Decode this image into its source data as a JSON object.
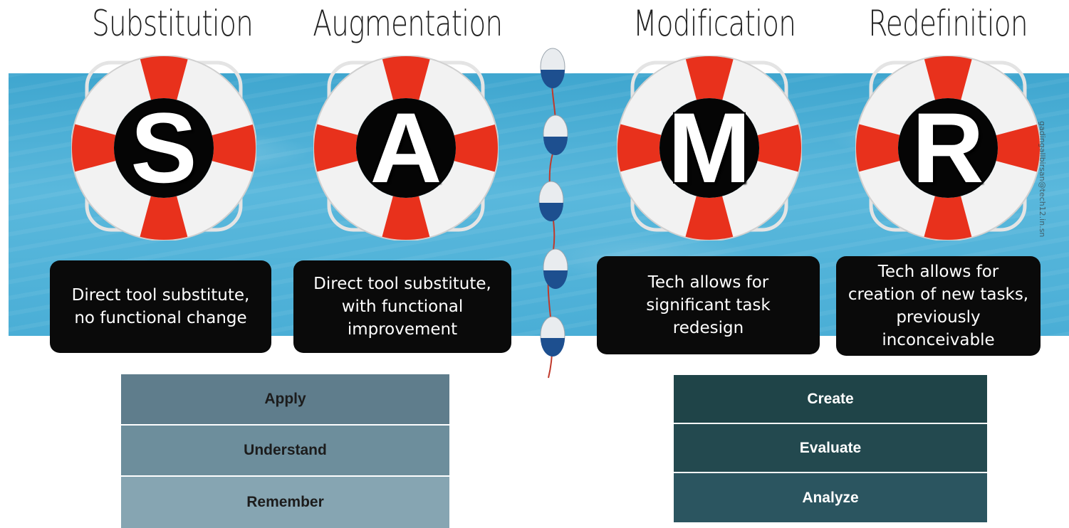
{
  "stages": [
    {
      "title": "Substitution",
      "letter": "S",
      "description": "Direct tool substitute,\nno functional change"
    },
    {
      "title": "Augmentation",
      "letter": "A",
      "description": "Direct tool substitute,\nwith functional\nimprovement"
    },
    {
      "title": "Modification",
      "letter": "M",
      "description": "Tech allows for\nsignificant task\nredesign"
    },
    {
      "title": "Redefinition",
      "letter": "R",
      "description": "Tech allows for\ncreation of new tasks,\npreviously\ninconceivable"
    }
  ],
  "lower_levels": {
    "rows": [
      "Apply",
      "Understand",
      "Remember"
    ],
    "colors": [
      "#5f7d8c",
      "#6d8e9c",
      "#86a5b2"
    ],
    "text_color": "#1c1c1c"
  },
  "higher_levels": {
    "rows": [
      "Create",
      "Evaluate",
      "Analyze"
    ],
    "colors": [
      "#1f4448",
      "#23494f",
      "#2b5560"
    ],
    "text_color": "#ffffff"
  },
  "colors": {
    "ring_red": "#e8311c",
    "ring_white": "#f2f2f2",
    "water": "#4aaed6",
    "buoy_blue": "#1d4f8f",
    "buoy_white": "#e9ecef",
    "rope": "#c0392b"
  },
  "watermark": "gadingallbirsan@tech12.in.sn"
}
